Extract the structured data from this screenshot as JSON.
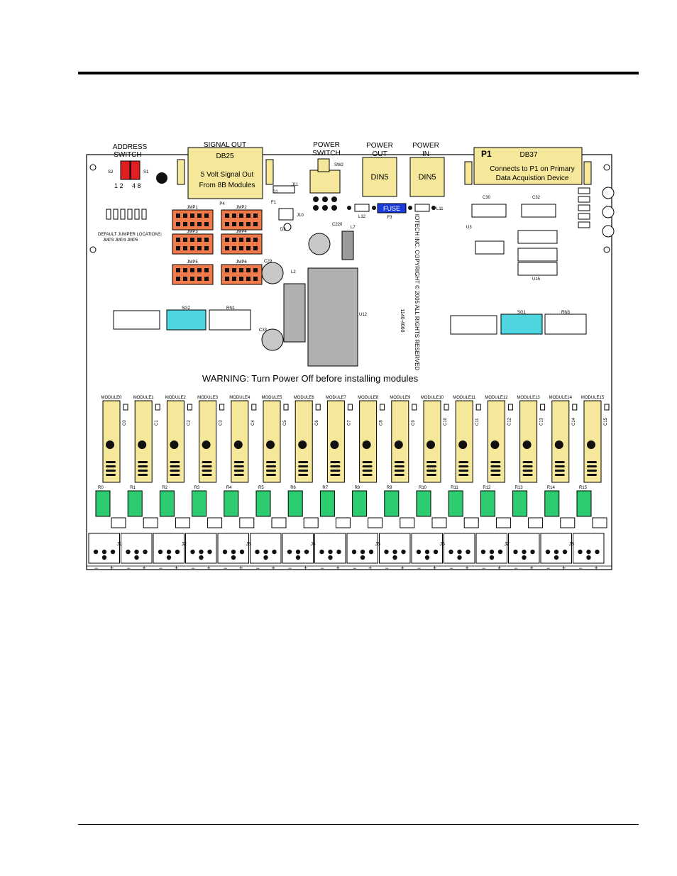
{
  "header_labels": {
    "address_switch": [
      "ADDRESS",
      "SWITCH"
    ],
    "signal_out": "SIGNAL OUT",
    "power_switch": [
      "POWER",
      "SWITCH"
    ],
    "power_out": [
      "POWER",
      "OUT"
    ],
    "power_in": [
      "POWER",
      "IN"
    ]
  },
  "connectors": {
    "db25": "DB25",
    "db25_note": [
      "5 Volt Signal Out",
      "From 8B Modules"
    ],
    "p4": "P4",
    "din5_out": "DIN5",
    "din5_in": "DIN5",
    "p1": "P1",
    "db37": "DB37",
    "db37_note": [
      "Connects to P1 on Primary",
      "Data Acquistion Device"
    ],
    "fuse": "FUSE",
    "f3": "F3"
  },
  "address_switch": {
    "s2": "S2",
    "s1": "S1",
    "bits_left": "1 2",
    "bits_right": "4 8"
  },
  "jumpers": {
    "labels": [
      "JMP1",
      "JMP2",
      "JMP3",
      "JMP4",
      "JMP5",
      "JMP6"
    ],
    "default_note": [
      "DEFAULT JUMPER LOCATIONS:",
      "JMP3 JMP4 JMP5"
    ]
  },
  "sockets": {
    "sg2": "SG2",
    "rn1": "RN1",
    "sg1": "SG1",
    "rn3": "RN3"
  },
  "misc": {
    "u12": "U12",
    "l2": "L2",
    "l7": "L7",
    "c29": "C29",
    "c33": "C33",
    "c220": "C220",
    "j11": "J11",
    "j10": "J10",
    "f1": "F1",
    "d1": "D1",
    "d2": "D2",
    "sw2": "SW2",
    "l12": "L12",
    "l11": "L11",
    "c30": "C30",
    "c32": "C32",
    "u3": "U3",
    "u15": "U15"
  },
  "copyright": "IOTECH INC. COPYRIGHT © 2005 ALL RIGHTS RESERVED",
  "part_number": "1140-4000",
  "warning": "WARNING: Turn Power Off before installing modules",
  "modules": [
    "MODULE0",
    "MODULE1",
    "MODULE2",
    "MODULE3",
    "MODULE4",
    "MODULE5",
    "MODULE6",
    "MODULE7",
    "MODULE8",
    "MODULE9",
    "MODULE10",
    "MODULE11",
    "MODULE12",
    "MODULE13",
    "MODULE14",
    "MODULE15"
  ],
  "caps": [
    "C0",
    "C1",
    "C2",
    "C3",
    "C4",
    "C5",
    "C6",
    "C7",
    "C8",
    "C9",
    "C10",
    "C11",
    "C12",
    "C13",
    "C14",
    "C15"
  ],
  "pots": [
    "R0",
    "R1",
    "R2",
    "R3",
    "R4",
    "R5",
    "R6",
    "R7",
    "R8",
    "R9",
    "R10",
    "R11",
    "R12",
    "R13",
    "R14",
    "R15"
  ],
  "terminal_blocks": [
    "J1",
    "J2",
    "J3",
    "J4",
    "J5",
    "J6",
    "J7",
    "J8"
  ],
  "polarity": {
    "minus": "−",
    "plus": "+"
  },
  "colors": {
    "module": "#f5e89a",
    "jumper": "#f07a4a",
    "socket": "#4dd6e0",
    "pot": "#2ecc71",
    "switch": "#e02020",
    "fuse": "#1a3adb",
    "regulator": "#b0b0b0"
  }
}
